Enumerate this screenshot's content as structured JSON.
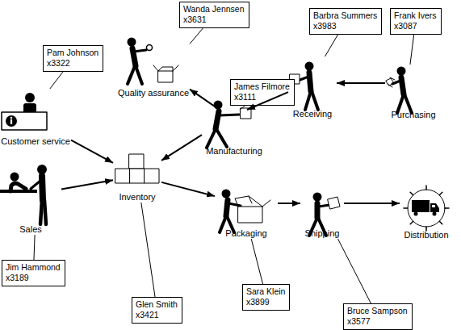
{
  "diagram": {
    "nodes": [
      {
        "text": [
          "Wanda Jennsen",
          "x3631"
        ]
      },
      {
        "text": [
          "Barbra Summers",
          "x3983"
        ]
      },
      {
        "text": [
          "Frank Ivers",
          "x3087"
        ]
      },
      {
        "text": [
          "Pam Johnson",
          "x3322"
        ]
      },
      {
        "text": [
          "James Filmore",
          "x3111"
        ]
      },
      {
        "text": [
          "Quality assurance"
        ]
      },
      {
        "text": [
          "Receiving"
        ]
      },
      {
        "text": [
          "Purchasing"
        ]
      },
      {
        "text": [
          "Customer service"
        ]
      },
      {
        "text": [
          "Manufacturing"
        ]
      },
      {
        "text": [
          "Inventory"
        ]
      },
      {
        "text": [
          "Sales"
        ]
      },
      {
        "text": [
          "Packaging"
        ]
      },
      {
        "text": [
          "Shipping"
        ]
      },
      {
        "text": [
          "Distribution"
        ]
      },
      {
        "text": [
          "Jim Hammond",
          "x3189"
        ]
      },
      {
        "text": [
          "Glen Smith",
          "x3421"
        ]
      },
      {
        "text": [
          "Sara Klein",
          "x3899"
        ]
      },
      {
        "text": [
          "Bruce Sampson",
          "x3577"
        ]
      }
    ],
    "edges": [
      {
        "from": 7,
        "to": 6,
        "arrow": "to"
      },
      {
        "from": 6,
        "to": 9,
        "arrow": "to"
      },
      {
        "from": 9,
        "to": 5,
        "arrow": "to"
      },
      {
        "from": 9,
        "to": 10,
        "arrow": "to"
      },
      {
        "from": 8,
        "to": 10,
        "arrow": "to"
      },
      {
        "from": 11,
        "to": 10,
        "arrow": "to"
      },
      {
        "from": 10,
        "to": 12,
        "arrow": "to"
      },
      {
        "from": 12,
        "to": 13,
        "arrow": "to"
      },
      {
        "from": 13,
        "to": 14,
        "arrow": "to"
      },
      {
        "from": 0,
        "to": 5,
        "arrow": "none"
      },
      {
        "from": 1,
        "to": 6,
        "arrow": "none"
      },
      {
        "from": 2,
        "to": 7,
        "arrow": "none"
      },
      {
        "from": 3,
        "to": 8,
        "arrow": "none"
      },
      {
        "from": 4,
        "to": 9,
        "arrow": "none"
      },
      {
        "from": 15,
        "to": 11,
        "arrow": "none"
      },
      {
        "from": 16,
        "to": 10,
        "arrow": "none"
      },
      {
        "from": 17,
        "to": 12,
        "arrow": "none"
      },
      {
        "from": 18,
        "to": 13,
        "arrow": "none"
      }
    ]
  }
}
